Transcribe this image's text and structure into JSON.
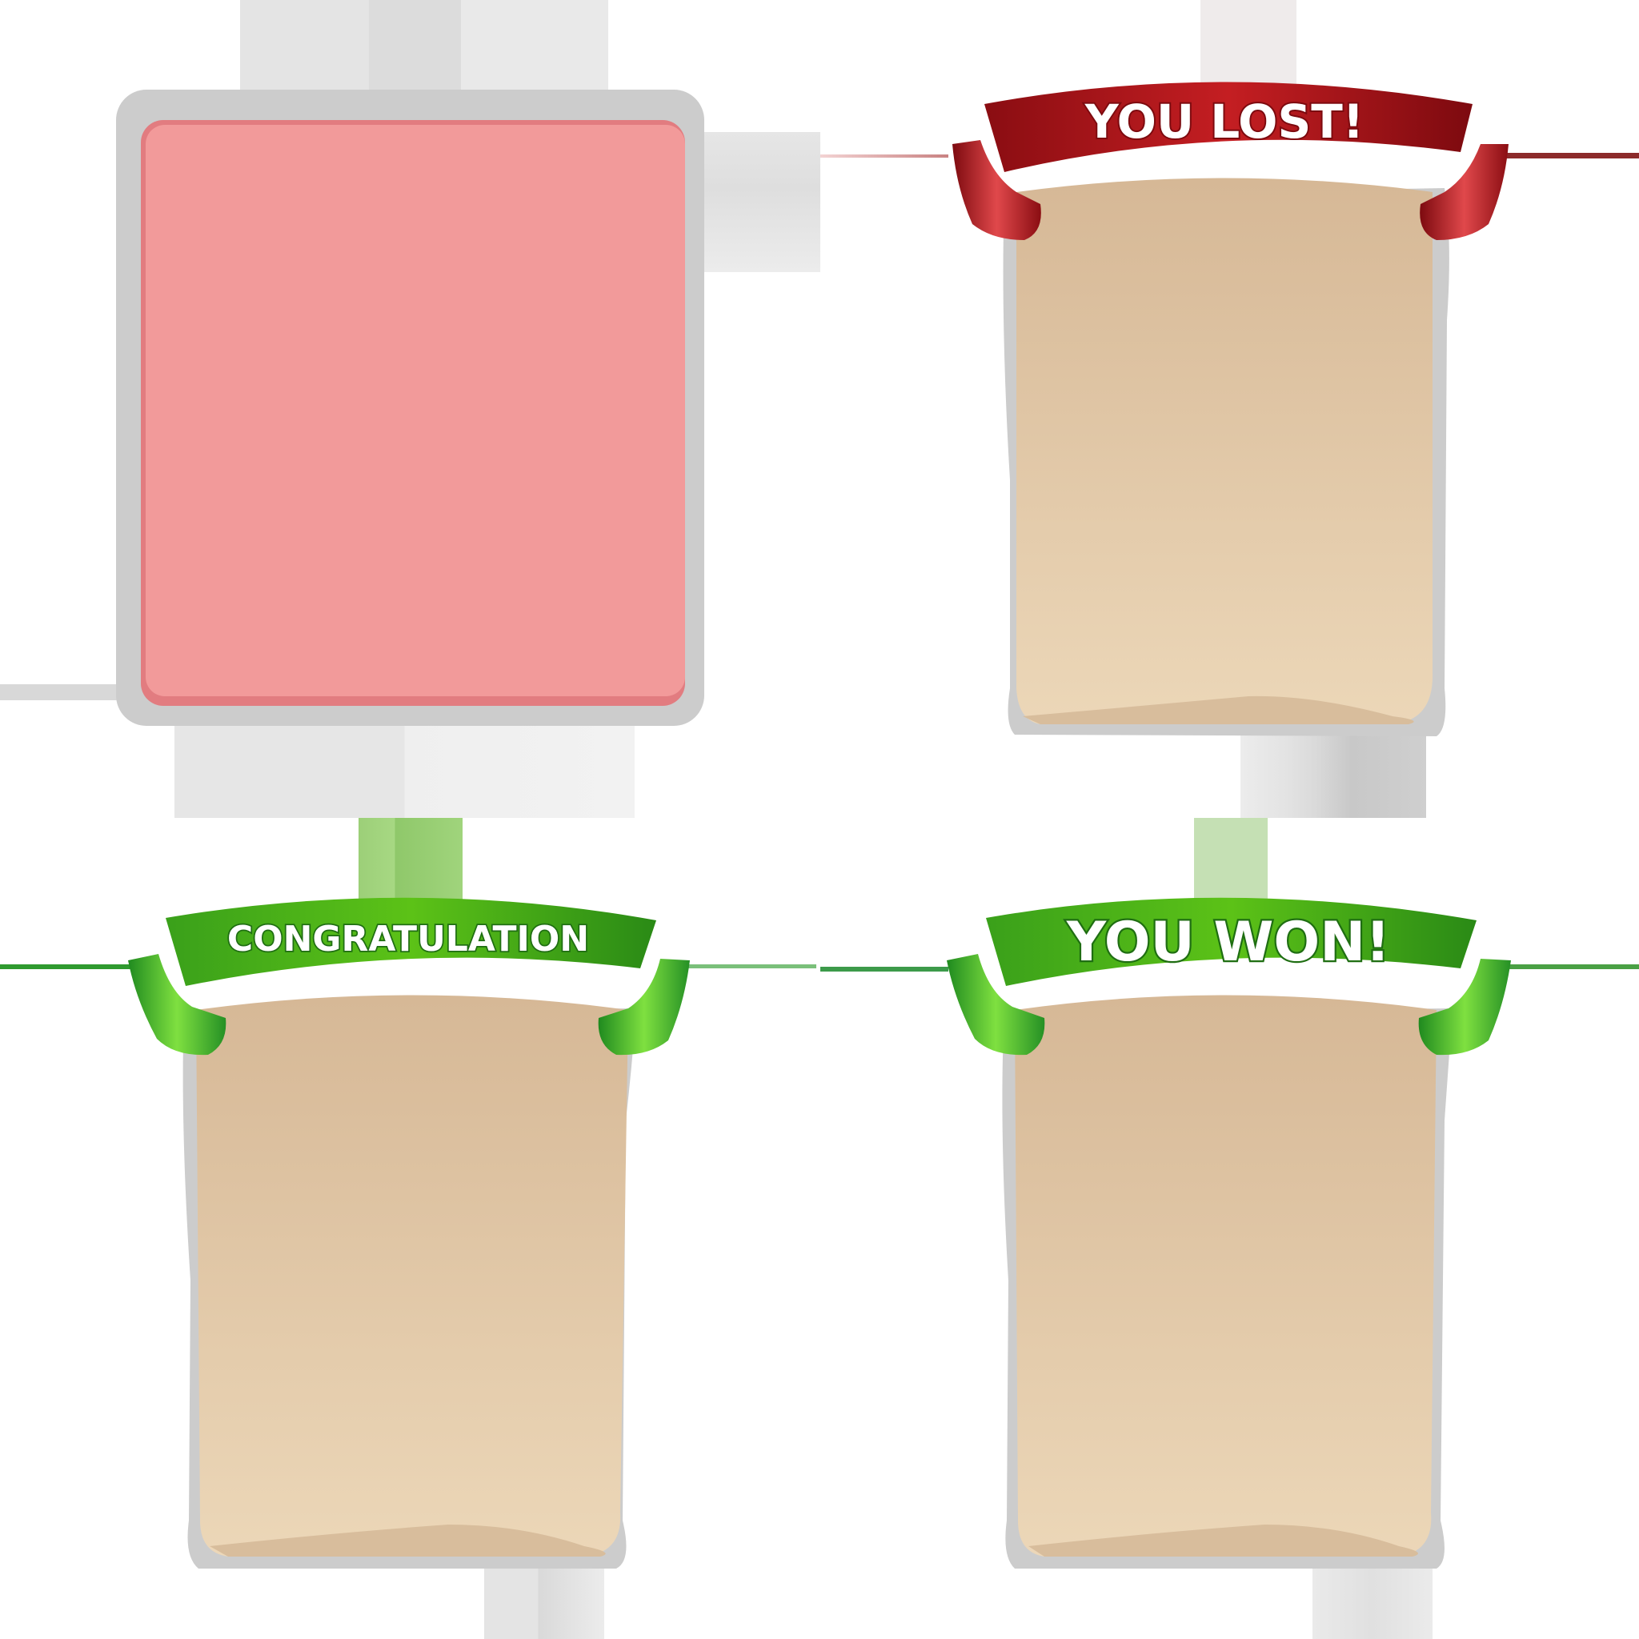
{
  "panels": [
    {
      "kind": "blank-card",
      "color": "#f29a9a"
    },
    {
      "kind": "scroll",
      "banner_text": "YOU LOST!",
      "banner_color": "#b3151c"
    },
    {
      "kind": "scroll",
      "banner_text": "CONGRATULATION",
      "banner_color": "#4aad18"
    },
    {
      "kind": "scroll",
      "banner_text": "YOU WON!",
      "banner_color": "#4aad18"
    }
  ],
  "colors": {
    "parchment_top": "#d6b896",
    "parchment_bottom": "#ecd7b8",
    "frame_gray": "#cccccc",
    "pink_card": "#f29a9a",
    "red_ribbon": "#b3151c",
    "green_ribbon": "#4aad18"
  }
}
